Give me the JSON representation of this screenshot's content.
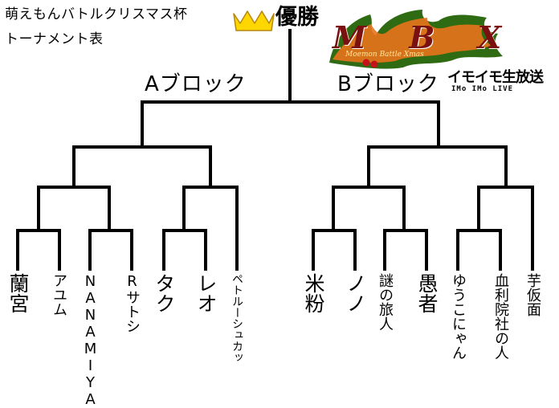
{
  "header": {
    "title_line1": "萌えもんバトルクリスマス杯",
    "title_line2": "トーナメント表",
    "winner_label": "優勝"
  },
  "logos": {
    "mbx_text": "M B X",
    "mbx_sub": "Moemon Battle Xmas",
    "imo_main": "イモイモ生放送",
    "imo_sub": "IMo IMo  LIVE",
    "crown_color": "#ffd700",
    "mbx_leaf_color": "#2e6b12",
    "mbx_flame_color": "#e8731c"
  },
  "bracket": {
    "blocks": [
      {
        "label": "Aブロック"
      },
      {
        "label": "Bブロック"
      }
    ],
    "players": [
      "蘭宮",
      "アユム",
      "NANAMIYA",
      "Rサトシ",
      "タク",
      "レオ",
      "ペトルーシュカッ",
      "米粉",
      "ノノ",
      "謎の旅人",
      "愚者",
      "ゆうこにゃん",
      "血利院社の人",
      "芋仮面"
    ]
  }
}
